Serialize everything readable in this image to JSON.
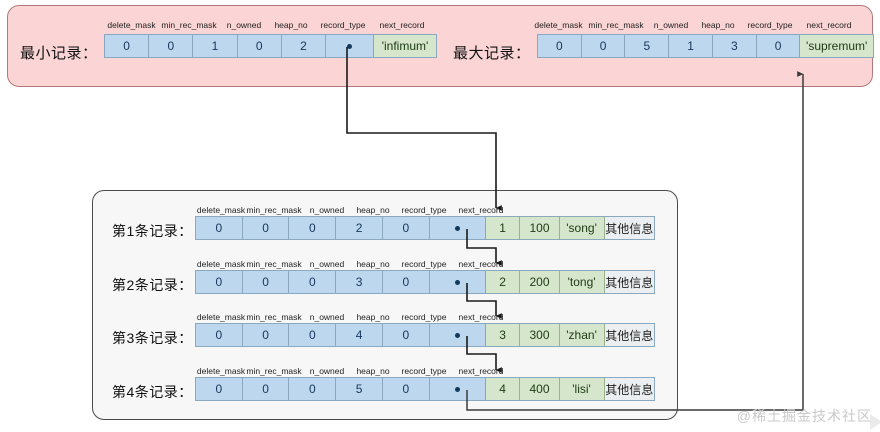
{
  "diagram": {
    "title": "InnoDB record next_record linked list",
    "field_headers": [
      "delete_mask",
      "min_rec_mask",
      "n_owned",
      "heap_no",
      "record_type",
      "next_record"
    ],
    "colors": {
      "panel_pink": "#fbd5d5",
      "panel_pink_border": "#b07a7a",
      "panel_gray": "#f7f7f7",
      "panel_gray_border": "#4a4a4a",
      "cell_blue": "#bdd7ee",
      "cell_blue_border": "#8aa8c0",
      "cell_green": "#d6e6cd",
      "cell_gray": "#eceff1",
      "wire": "#1a1a1a",
      "watermark": "#c9c9c9"
    }
  },
  "system_records": {
    "infimum": {
      "label": "最小记录：",
      "headers": [
        "delete_mask",
        "min_rec_mask",
        "n_owned",
        "heap_no",
        "record_type",
        "next_record"
      ],
      "values": [
        "0",
        "0",
        "1",
        "0",
        "2",
        "pointer"
      ],
      "name_cell": "'infimum'"
    },
    "supremum": {
      "label": "最大记录：",
      "headers": [
        "delete_mask",
        "min_rec_mask",
        "n_owned",
        "heap_no",
        "record_type",
        "next_record"
      ],
      "values": [
        "0",
        "0",
        "5",
        "1",
        "3",
        "0"
      ],
      "name_cell": "'supremum'"
    }
  },
  "user_records": {
    "headers": [
      "delete_mask",
      "min_rec_mask",
      "n_owned",
      "heap_no",
      "record_type",
      "next_record"
    ],
    "rows": [
      {
        "label": "第1条记录：",
        "values": [
          "0",
          "0",
          "0",
          "2",
          "0",
          "pointer"
        ],
        "data": [
          "1",
          "100",
          "'song'"
        ],
        "other": "其他信息"
      },
      {
        "label": "第2条记录：",
        "values": [
          "0",
          "0",
          "0",
          "3",
          "0",
          "pointer"
        ],
        "data": [
          "2",
          "200",
          "'tong'"
        ],
        "other": "其他信息"
      },
      {
        "label": "第3条记录：",
        "values": [
          "0",
          "0",
          "0",
          "4",
          "0",
          "pointer"
        ],
        "data": [
          "3",
          "300",
          "'zhan'"
        ],
        "other": "其他信息"
      },
      {
        "label": "第4条记录：",
        "values": [
          "0",
          "0",
          "0",
          "5",
          "0",
          "pointer"
        ],
        "data": [
          "4",
          "400",
          "'lisi'"
        ],
        "other": "其他信息"
      }
    ]
  },
  "watermark": {
    "text": "@稀土掘金技术社区"
  }
}
